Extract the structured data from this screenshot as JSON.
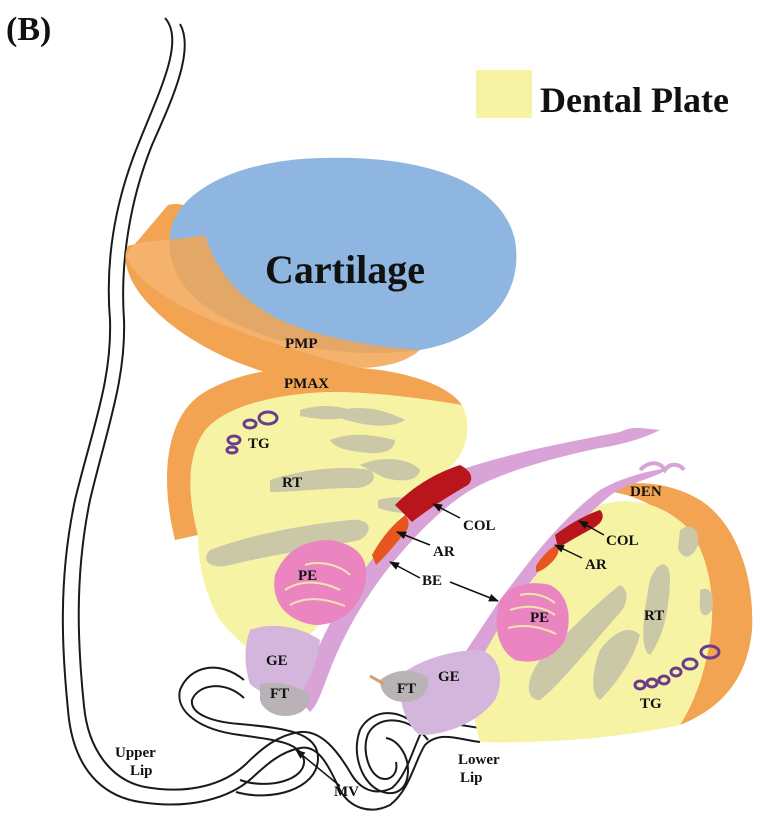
{
  "panel_label": "(B)",
  "legend": {
    "label": "Dental Plate",
    "color": "#f7f3a4"
  },
  "colors": {
    "cartilage": "#8fb6e0",
    "bone": "#f2a452",
    "dental_plate": "#f7f3a4",
    "tooth_gray": "#cbc8a8",
    "epithelium": "#d9a3d8",
    "pe_pink": "#ea85c2",
    "collagen": "#b8161c",
    "ar_orange": "#e8561f",
    "tg_purple": "#6a3c8e",
    "ge_lilac": "#d4b6dc",
    "ft_gray": "#b9b3b8",
    "outline": "#1a1a1a"
  },
  "labels": {
    "cartilage": "Cartilage",
    "pmp": "PMP",
    "pmax": "PMAX",
    "tg_upper": "TG",
    "rt_upper": "RT",
    "col_upper": "COL",
    "ar_upper": "AR",
    "be": "BE",
    "pe_upper": "PE",
    "ge_upper": "GE",
    "ft_upper": "FT",
    "den": "DEN",
    "col_lower": "COL",
    "ar_lower": "AR",
    "pe_lower": "PE",
    "rt_lower": "RT",
    "ge_lower": "GE",
    "ft_lower": "FT",
    "tg_lower": "TG",
    "upper_lip_1": "Upper",
    "upper_lip_2": "Lip",
    "lower_lip_1": "Lower",
    "lower_lip_2": "Lip",
    "mv": "MV"
  }
}
